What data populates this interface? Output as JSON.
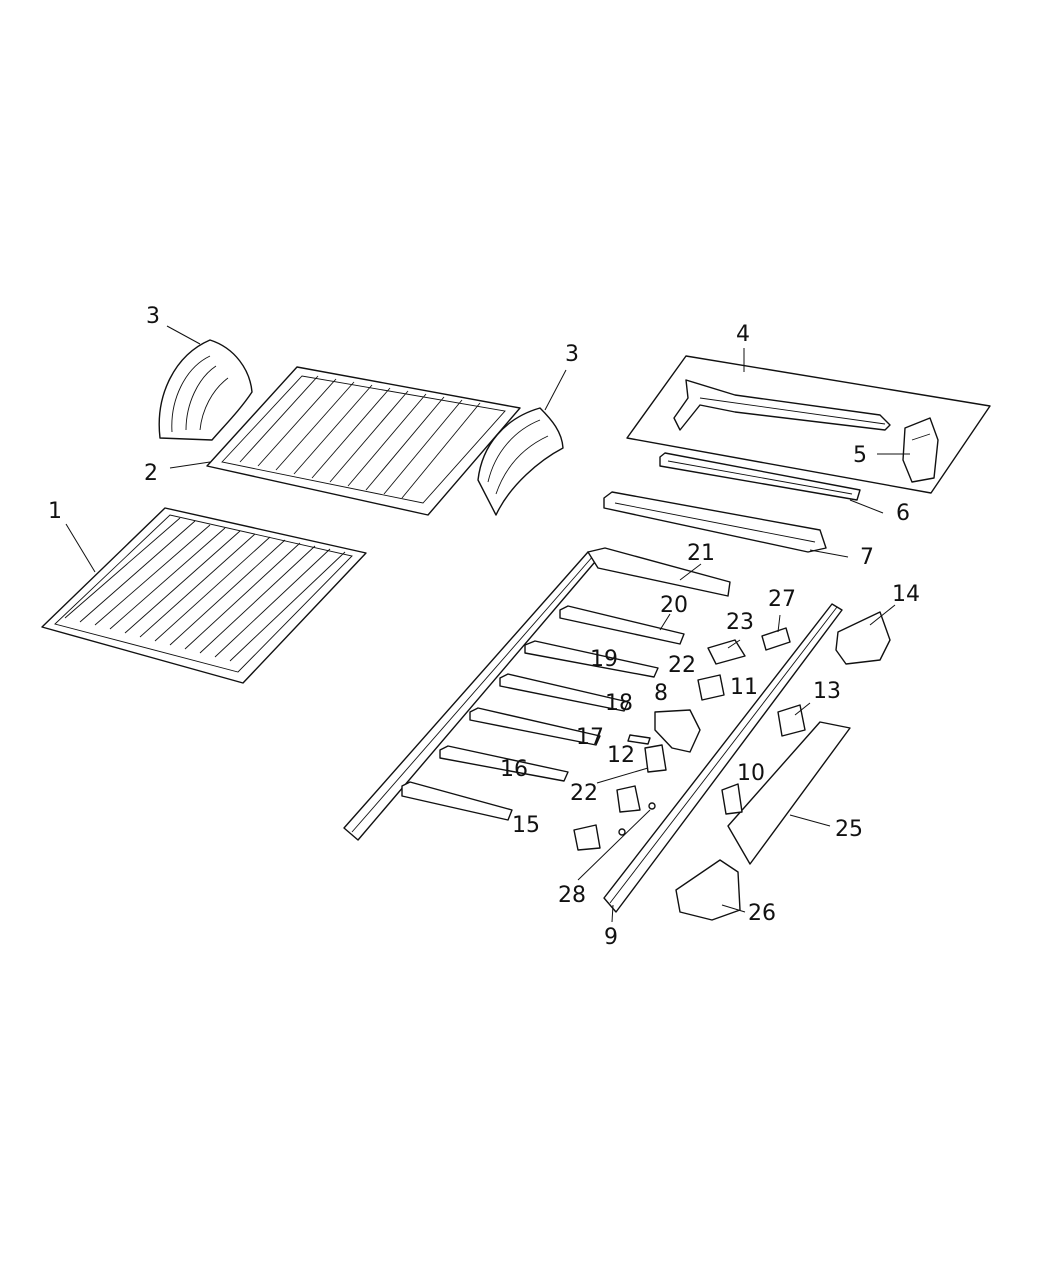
{
  "diagram": {
    "callouts": [
      {
        "id": "c1",
        "text": "1"
      },
      {
        "id": "c2",
        "text": "2"
      },
      {
        "id": "c3a",
        "text": "3"
      },
      {
        "id": "c3b",
        "text": "3"
      },
      {
        "id": "c4",
        "text": "4"
      },
      {
        "id": "c5",
        "text": "5"
      },
      {
        "id": "c6",
        "text": "6"
      },
      {
        "id": "c7",
        "text": "7"
      },
      {
        "id": "c8",
        "text": "8"
      },
      {
        "id": "c9",
        "text": "9"
      },
      {
        "id": "c10",
        "text": "10"
      },
      {
        "id": "c11",
        "text": "11"
      },
      {
        "id": "c12",
        "text": "12"
      },
      {
        "id": "c13",
        "text": "13"
      },
      {
        "id": "c14",
        "text": "14"
      },
      {
        "id": "c15",
        "text": "15"
      },
      {
        "id": "c16",
        "text": "16"
      },
      {
        "id": "c17",
        "text": "17"
      },
      {
        "id": "c18",
        "text": "18"
      },
      {
        "id": "c19",
        "text": "19"
      },
      {
        "id": "c20",
        "text": "20"
      },
      {
        "id": "c21",
        "text": "21"
      },
      {
        "id": "c22a",
        "text": "22"
      },
      {
        "id": "c22b",
        "text": "22"
      },
      {
        "id": "c23",
        "text": "23"
      },
      {
        "id": "c25",
        "text": "25"
      },
      {
        "id": "c26",
        "text": "26"
      },
      {
        "id": "c27",
        "text": "27"
      },
      {
        "id": "c28",
        "text": "28"
      }
    ]
  }
}
